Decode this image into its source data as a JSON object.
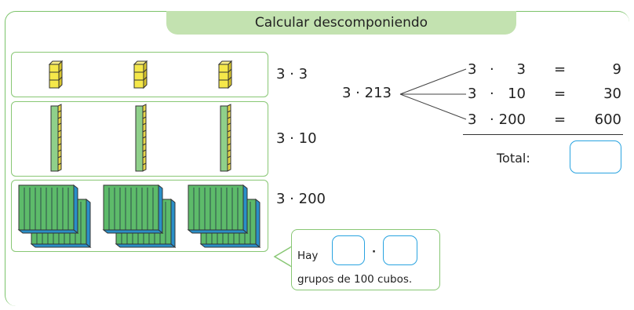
{
  "title": "Calcular descomponiendo",
  "rows": [
    {
      "expr": "3 · 3"
    },
    {
      "expr": "3 · 10"
    },
    {
      "expr": "3 · 200"
    }
  ],
  "main_expression": "3 · 213",
  "equations": [
    {
      "a": "3",
      "op": "·",
      "b": "3",
      "eq": "=",
      "result": "9"
    },
    {
      "a": "3",
      "op": "·",
      "b": "10",
      "eq": "=",
      "result": "30"
    },
    {
      "a": "3",
      "op": "·",
      "b": "200",
      "eq": "=",
      "result": "600"
    }
  ],
  "total_label": "Total:",
  "callout": {
    "word_hay": "Hay",
    "dot": "·",
    "line2": "grupos de 100 cubos."
  },
  "colors": {
    "frame_green": "#7cc36a",
    "title_bg": "#c3e2b0",
    "cube_yellow": "#f5e84a",
    "rod_green": "#8fd08a",
    "flat_green": "#5dbb6a",
    "flat_blue": "#2a8fc8",
    "answer_border": "#29a3e0"
  }
}
